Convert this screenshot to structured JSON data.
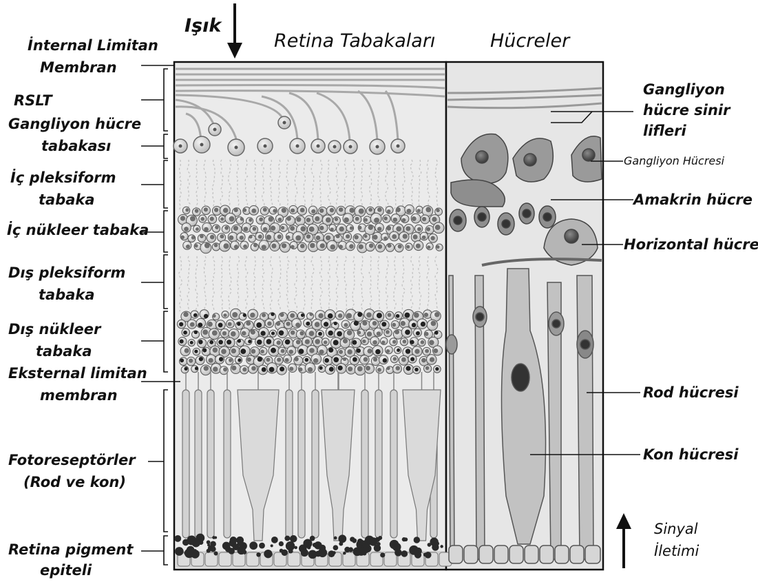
{
  "titles": {
    "light": "Işık",
    "layers": "Retina Tabakaları",
    "cells": "Hücreler"
  },
  "left_labels": {
    "ilm_1": "İnternal Limitan",
    "ilm_2": "Membran",
    "rslt": "RSLT",
    "gcl_1": "Gangliyon hücre",
    "gcl_2": "tabakası",
    "ipl_1": "İç pleksiform",
    "ipl_2": "tabaka",
    "inl": "İç nükleer tabaka",
    "opl_1": "Dış pleksiform",
    "opl_2": "tabaka",
    "onl_1": "Dış nükleer",
    "onl_2": "tabaka",
    "elm_1": "Eksternal limitan",
    "elm_2": "membran",
    "pr_1": "Fotoreseptörler",
    "pr_2": "(Rod ve kon)",
    "rpe_1": "Retina pigment",
    "rpe_2": "epiteli"
  },
  "right_labels": {
    "nf_1": "Gangliyon",
    "nf_2": "hücre sinir",
    "nf_3": "lifleri",
    "gc": "Gangliyon Hücresi",
    "amacrine": "Amakrin hücre",
    "horizontal": "Horizontal hücre",
    "rod": "Rod hücresi",
    "cone": "Kon hücresi",
    "signal_1": "Sinyal",
    "signal_2": "İletimi"
  }
}
